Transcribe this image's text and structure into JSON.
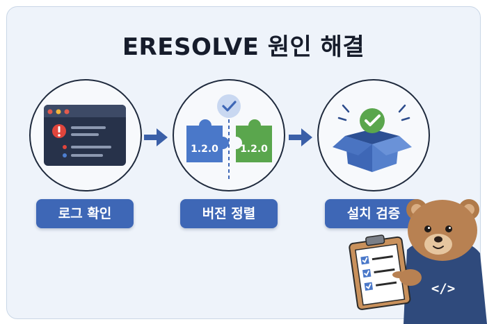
{
  "title": "ERESOLVE 원인 해결",
  "steps": [
    {
      "label": "로그 확인",
      "icon": "error-log-window-icon"
    },
    {
      "label": "버전 정렬",
      "icon": "puzzle-version-match-icon",
      "version_left": "1.2.0",
      "version_right": "1.2.0"
    },
    {
      "label": "설치 검증",
      "icon": "open-box-check-icon"
    }
  ],
  "mascot": {
    "icon": "bear-mascot-with-checklist",
    "hoodie_mark": "</>"
  },
  "colors": {
    "accent": "#3e67b6",
    "success": "#5aa64d",
    "error": "#e0453c",
    "background": "#eef3fa"
  }
}
